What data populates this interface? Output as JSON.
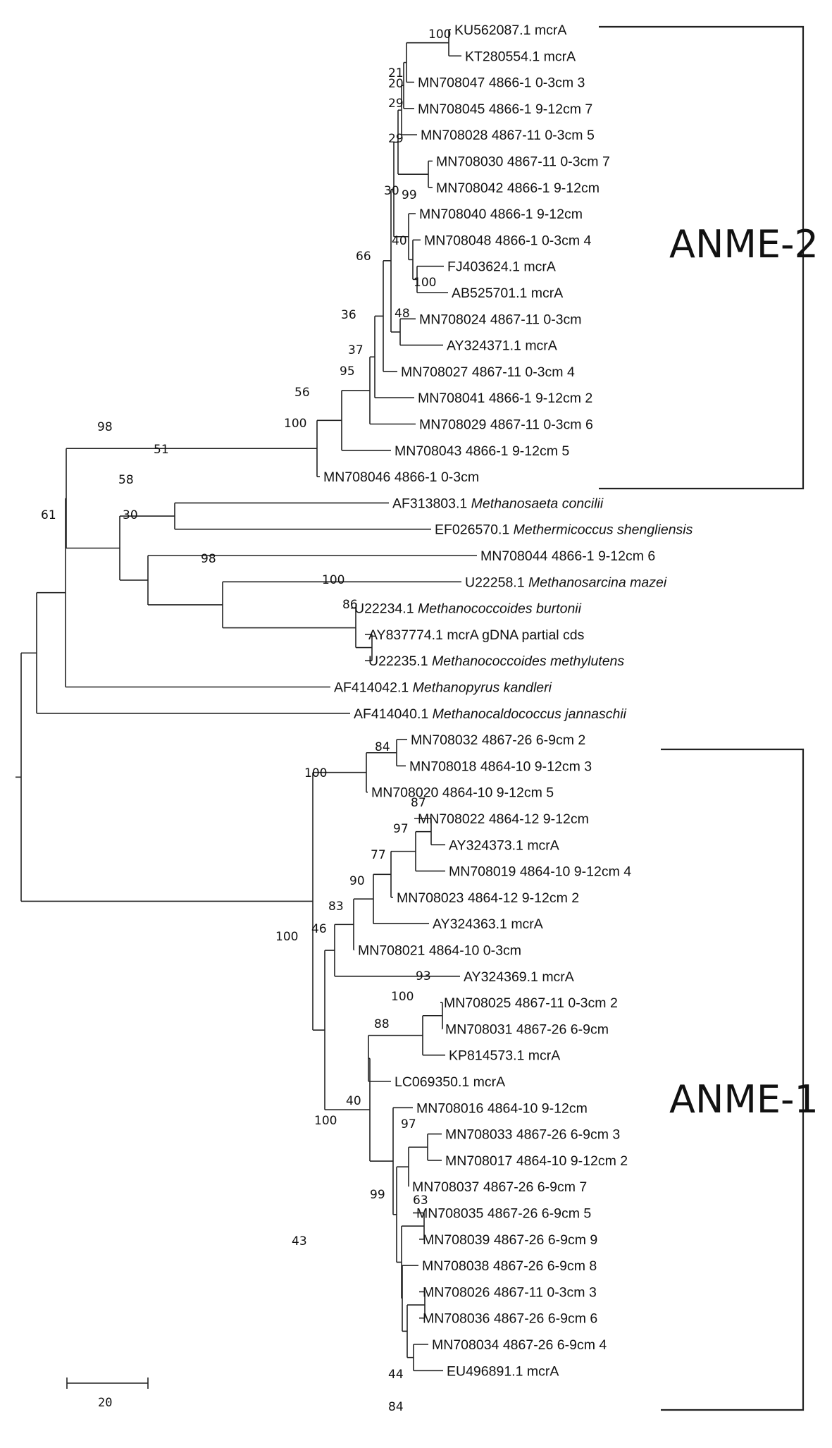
{
  "leaves": [
    {
      "acc": "KU562087.1 mcrA",
      "sp": ""
    },
    {
      "acc": "KT280554.1 mcrA",
      "sp": ""
    },
    {
      "acc": "MN708047 4866-1 0-3cm 3",
      "sp": ""
    },
    {
      "acc": "MN708045 4866-1 9-12cm 7",
      "sp": ""
    },
    {
      "acc": "MN708028 4867-11 0-3cm 5",
      "sp": ""
    },
    {
      "acc": "MN708030 4867-11 0-3cm 7",
      "sp": ""
    },
    {
      "acc": "MN708042 4866-1 9-12cm",
      "sp": ""
    },
    {
      "acc": "MN708040 4866-1 9-12cm",
      "sp": ""
    },
    {
      "acc": "MN708048 4866-1 0-3cm 4",
      "sp": ""
    },
    {
      "acc": "FJ403624.1 mcrA",
      "sp": ""
    },
    {
      "acc": "AB525701.1 mcrA",
      "sp": ""
    },
    {
      "acc": "MN708024 4867-11 0-3cm",
      "sp": ""
    },
    {
      "acc": "AY324371.1 mcrA",
      "sp": ""
    },
    {
      "acc": "MN708027 4867-11 0-3cm 4",
      "sp": ""
    },
    {
      "acc": "MN708041 4866-1 9-12cm 2",
      "sp": ""
    },
    {
      "acc": "MN708029 4867-11 0-3cm 6",
      "sp": ""
    },
    {
      "acc": "MN708043 4866-1 9-12cm 5",
      "sp": ""
    },
    {
      "acc": "MN708046 4866-1 0-3cm",
      "sp": ""
    },
    {
      "acc": "AF313803.1",
      "sp": "Methanosaeta concilii"
    },
    {
      "acc": "EF026570.1",
      "sp": "Methermicoccus shengliensis"
    },
    {
      "acc": "MN708044 4866-1 9-12cm 6",
      "sp": ""
    },
    {
      "acc": "U22258.1",
      "sp": "Methanosarcina mazei"
    },
    {
      "acc": "U22234.1",
      "sp": "Methanococcoides burtonii"
    },
    {
      "acc": "AY837774.1 mcrA gDNA partial cds",
      "sp": ""
    },
    {
      "acc": "U22235.1",
      "sp": "Methanococcoides methylutens"
    },
    {
      "acc": "AF414042.1",
      "sp": "Methanopyrus kandleri"
    },
    {
      "acc": "AF414040.1",
      "sp": "Methanocaldococcus jannaschii"
    },
    {
      "acc": "MN708032 4867-26 6-9cm 2",
      "sp": ""
    },
    {
      "acc": "MN708018 4864-10 9-12cm 3",
      "sp": ""
    },
    {
      "acc": "MN708020 4864-10 9-12cm 5",
      "sp": ""
    },
    {
      "acc": "MN708022 4864-12 9-12cm",
      "sp": ""
    },
    {
      "acc": "AY324373.1 mcrA",
      "sp": ""
    },
    {
      "acc": "MN708019 4864-10 9-12cm 4",
      "sp": ""
    },
    {
      "acc": "MN708023 4864-12 9-12cm 2",
      "sp": ""
    },
    {
      "acc": "AY324363.1 mcrA",
      "sp": ""
    },
    {
      "acc": "MN708021 4864-10 0-3cm",
      "sp": ""
    },
    {
      "acc": "AY324369.1 mcrA",
      "sp": ""
    },
    {
      "acc": "MN708025 4867-11 0-3cm 2",
      "sp": ""
    },
    {
      "acc": "MN708031 4867-26 6-9cm",
      "sp": ""
    },
    {
      "acc": "KP814573.1 mcrA",
      "sp": ""
    },
    {
      "acc": "LC069350.1 mcrA",
      "sp": ""
    },
    {
      "acc": "MN708016 4864-10 9-12cm",
      "sp": ""
    },
    {
      "acc": "MN708033 4867-26 6-9cm 3",
      "sp": ""
    },
    {
      "acc": "MN708017 4864-10 9-12cm 2",
      "sp": ""
    },
    {
      "acc": "MN708037 4867-26 6-9cm 7",
      "sp": ""
    },
    {
      "acc": "MN708035 4867-26 6-9cm 5",
      "sp": ""
    },
    {
      "acc": "MN708039 4867-26 6-9cm 9",
      "sp": ""
    },
    {
      "acc": "MN708038 4867-26 6-9cm 8",
      "sp": ""
    },
    {
      "acc": "MN708026 4867-11 0-3cm 3",
      "sp": ""
    },
    {
      "acc": "MN708036 4867-26 6-9cm 6",
      "sp": ""
    },
    {
      "acc": "MN708034 4867-26 6-9cm 4",
      "sp": ""
    },
    {
      "acc": "EU496891.1 mcrA",
      "sp": ""
    }
  ],
  "bootstrap_values": [
    "100",
    "21",
    "20",
    "29",
    "29",
    "99",
    "30",
    "40",
    "100",
    "66",
    "48",
    "36",
    "37",
    "95",
    "56",
    "100",
    "98",
    "51",
    "58",
    "30",
    "98",
    "100",
    "86",
    "61",
    "84",
    "100",
    "87",
    "97",
    "77",
    "90",
    "83",
    "46",
    "93",
    "100",
    "88",
    "40",
    "100",
    "97",
    "63",
    "99",
    "44",
    "84",
    "43",
    "100"
  ],
  "clades": {
    "anme2": "ANME-2",
    "anme1": "ANME-1"
  },
  "scale_bar": {
    "label": "20",
    "length": 20
  },
  "colors": {
    "line": "#222222",
    "text": "#111111",
    "background": "#ffffff"
  }
}
